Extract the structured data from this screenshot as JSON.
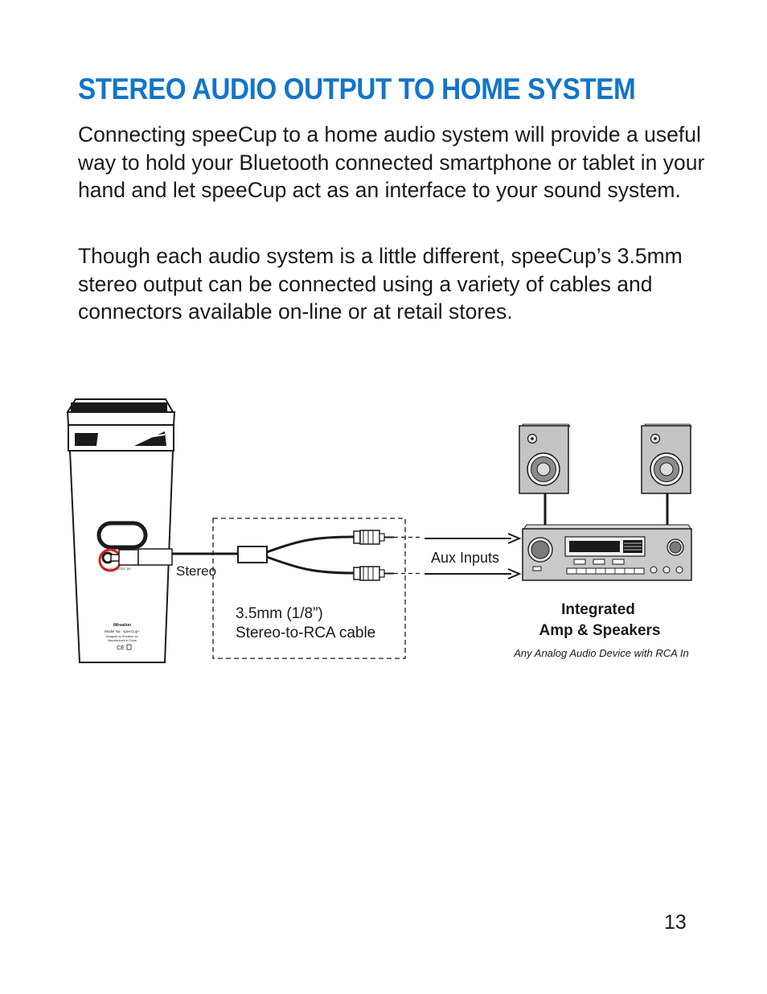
{
  "page": {
    "title": "STEREO AUDIO OUTPUT TO HOME SYSTEM",
    "paragraphs": [
      "Connecting speeCup to a home audio system will provide a useful way to hold your Bluetooth connected smartphone or tablet in your hand and let speeCup act as an interface to your sound system.",
      "Though each audio system is a little different, speeCup’s 3.5mm stereo output can be connected using a variety of cables and connectors available on-line or at retail stores."
    ],
    "page_number": "13"
  },
  "diagram": {
    "stereo_label": "Stereo",
    "cable_label_line1": "3.5mm (1/8”)",
    "cable_label_line2": "Stereo-to-RCA cable",
    "aux_label": "Aux Inputs",
    "amp_title_line1": "Integrated",
    "amp_title_line2": "Amp & Speakers",
    "amp_subtitle": "Any Analog Audio Device with RCA In",
    "device_label_brand": "iMreation",
    "device_label_model": "Model No.: speeCup+",
    "device_label_designed": "Designed by iCreation Inc.",
    "device_label_made": "Manufactured in China",
    "device_label_ce": "CE",
    "device_jack_left": "AUDIO OUT",
    "device_jack_right": "DC 5V"
  }
}
